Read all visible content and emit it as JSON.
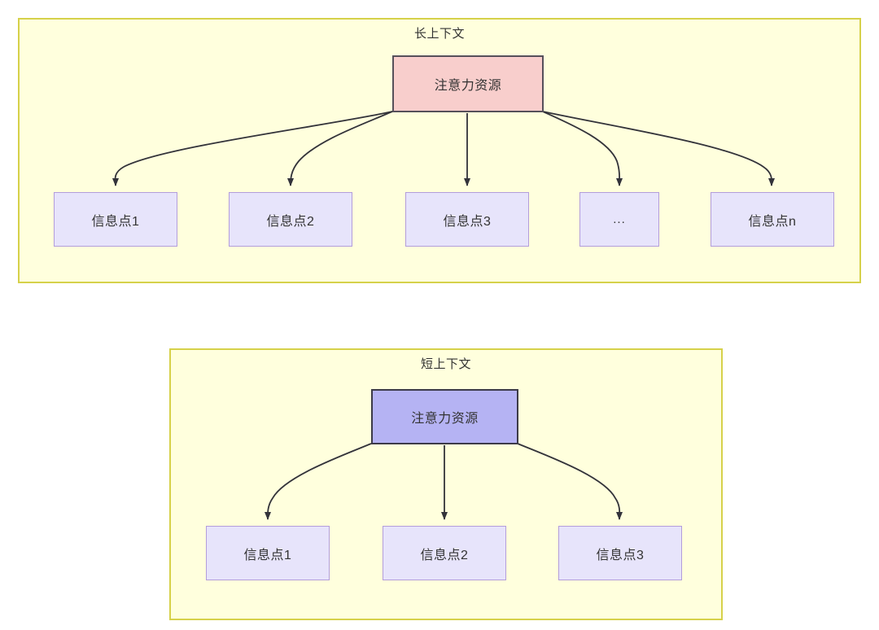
{
  "colors": {
    "panel_bg": "#ffffdd",
    "panel_border": "#d6d14a",
    "root_long_fill": "#f8cecc",
    "root_long_border": "#56505a",
    "root_short_fill": "#b5b3f3",
    "root_short_border": "#3c3a48",
    "info_fill": "#e7e4fb",
    "info_border": "#b39ddb",
    "edge_stroke": "#33333a",
    "text": "#333333",
    "page_bg": "#ffffff"
  },
  "panels": [
    {
      "id": "long-context",
      "title": "长上下文",
      "root": {
        "label": "注意力资源"
      },
      "leaves": [
        {
          "label": "信息点1"
        },
        {
          "label": "信息点2"
        },
        {
          "label": "信息点3"
        },
        {
          "label": "..."
        },
        {
          "label": "信息点n"
        }
      ]
    },
    {
      "id": "short-context",
      "title": "短上下文",
      "root": {
        "label": "注意力资源"
      },
      "leaves": [
        {
          "label": "信息点1"
        },
        {
          "label": "信息点2"
        },
        {
          "label": "信息点3"
        }
      ]
    }
  ]
}
